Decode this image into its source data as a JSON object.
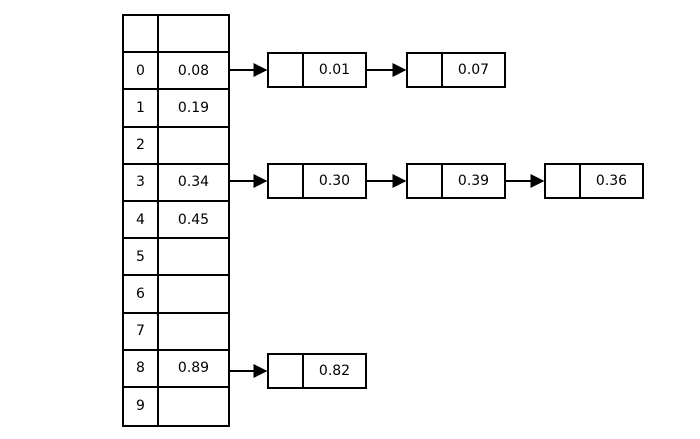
{
  "diagram": {
    "title": "hash-table-separate-chaining",
    "colors": {
      "stroke": "#000000",
      "background": "#ffffff",
      "text": "#000000"
    },
    "hash_table": {
      "header": {
        "index_label": "",
        "value_label": ""
      },
      "rows": [
        {
          "index": "0",
          "value": "0.08"
        },
        {
          "index": "1",
          "value": "0.19"
        },
        {
          "index": "2",
          "value": ""
        },
        {
          "index": "3",
          "value": "0.34"
        },
        {
          "index": "4",
          "value": "0.45"
        },
        {
          "index": "5",
          "value": ""
        },
        {
          "index": "6",
          "value": ""
        },
        {
          "index": "7",
          "value": ""
        },
        {
          "index": "8",
          "value": "0.89"
        },
        {
          "index": "9",
          "value": ""
        }
      ]
    },
    "chains": [
      {
        "from_index": "0",
        "nodes": [
          {
            "pointer": "",
            "value": "0.01"
          },
          {
            "pointer": "",
            "value": "0.07"
          }
        ]
      },
      {
        "from_index": "3",
        "nodes": [
          {
            "pointer": "",
            "value": "0.30"
          },
          {
            "pointer": "",
            "value": "0.39"
          },
          {
            "pointer": "",
            "value": "0.36"
          }
        ]
      },
      {
        "from_index": "8",
        "nodes": [
          {
            "pointer": "",
            "value": "0.82"
          }
        ]
      }
    ]
  }
}
